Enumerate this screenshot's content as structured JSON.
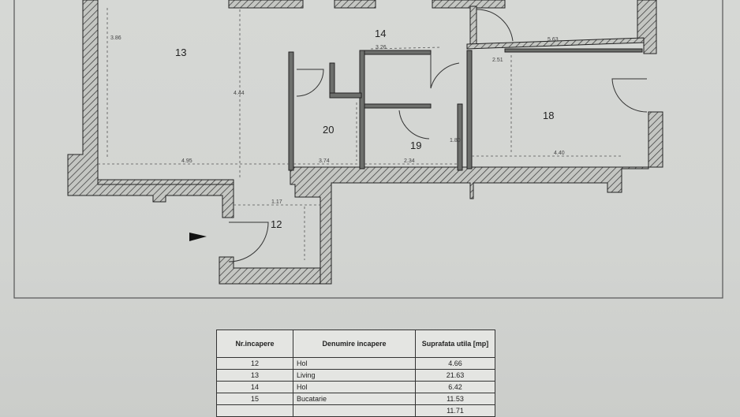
{
  "rooms": {
    "r12": "12",
    "r13": "13",
    "r14": "14",
    "r18": "18",
    "r19": "19",
    "r20": "20"
  },
  "dimensions": {
    "d1": "4.95",
    "d2": "3.74",
    "d3": "2.34",
    "d4": "4.40",
    "d5": "2.51",
    "d6": "5.63",
    "d7": "1.17",
    "d8": "4.44",
    "d9": "3.86",
    "d10": "1.80",
    "d11": "3.26"
  },
  "table": {
    "headers": [
      "Nr.incapere",
      "Denumire incapere",
      "Suprafata utila [mp]"
    ],
    "rows": [
      [
        "12",
        "Hol",
        "4.66"
      ],
      [
        "13",
        "Living",
        "21.63"
      ],
      [
        "14",
        "Hol",
        "6.42"
      ],
      [
        "15",
        "Bucatarie",
        "11.53"
      ],
      [
        "",
        "",
        "11.71"
      ]
    ]
  }
}
